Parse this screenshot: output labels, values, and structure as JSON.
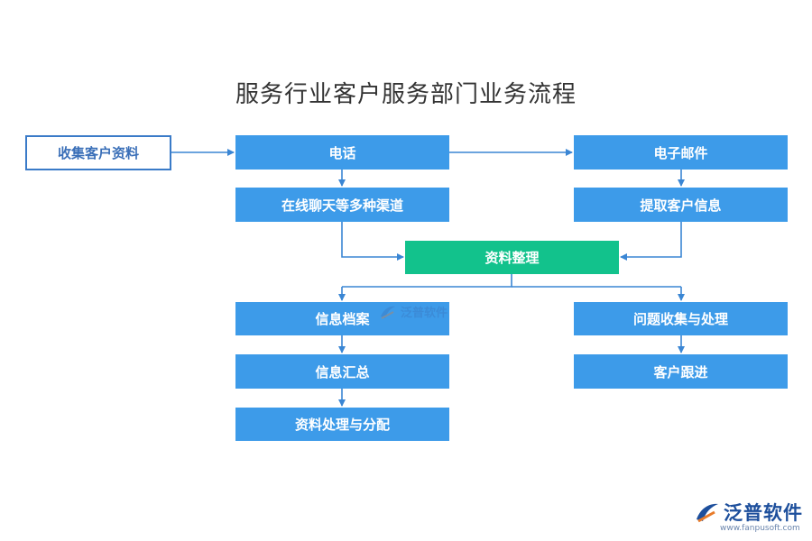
{
  "title": "服务行业客户服务部门业务流程",
  "nodes": {
    "collect": "收集客户资料",
    "phone": "电话",
    "online": "在线聊天等多种渠道",
    "email": "电子邮件",
    "extract": "提取客户信息",
    "organize": "资料整理",
    "archive": "信息档案",
    "summary": "信息汇总",
    "process": "资料处理与分配",
    "issue": "问题收集与处理",
    "followup": "客户跟进"
  },
  "watermark": {
    "brand": "泛普软件",
    "url": "www.fanpusoft.com"
  },
  "colors": {
    "box_blue": "#3d9be9",
    "box_green": "#12c28c",
    "outline": "#3a7bc8",
    "arrow": "#3a86d4"
  }
}
